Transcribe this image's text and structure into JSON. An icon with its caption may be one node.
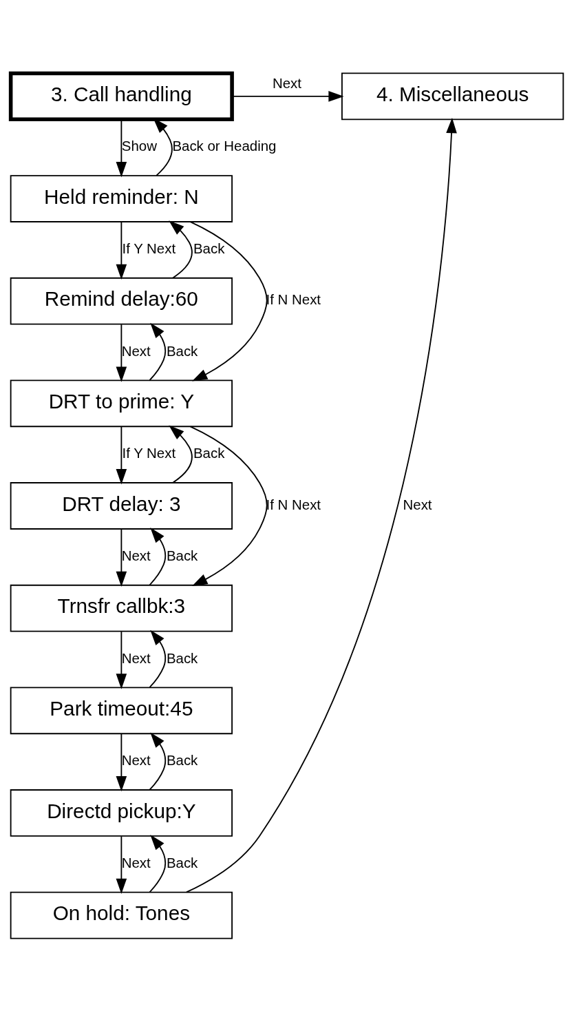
{
  "diagram": {
    "nodes": [
      {
        "text": [
          "3. Call handling"
        ]
      },
      {
        "text": [
          "4. Miscellaneous"
        ]
      },
      {
        "text": [
          "Held reminder: N"
        ]
      },
      {
        "text": [
          "Remind delay:60"
        ]
      },
      {
        "text": [
          "DRT to prime: Y"
        ]
      },
      {
        "text": [
          "DRT delay: 3"
        ]
      },
      {
        "text": [
          "Trnsfr callbk:3"
        ]
      },
      {
        "text": [
          "Park timeout:45"
        ]
      },
      {
        "text": [
          "Directd pickup:Y"
        ]
      },
      {
        "text": [
          "On hold: Tones"
        ]
      }
    ],
    "edges": [
      {
        "from": 0,
        "to": 1,
        "arrow": "to",
        "label": "Next"
      },
      {
        "from": 0,
        "to": 2,
        "arrow": "to",
        "label": "Show"
      },
      {
        "from": 2,
        "to": 0,
        "arrow": "to",
        "label": "Back or Heading"
      },
      {
        "from": 2,
        "to": 3,
        "arrow": "to",
        "label": "If Y Next"
      },
      {
        "from": 2,
        "to": 4,
        "arrow": "to",
        "label": "If N Next"
      },
      {
        "from": 3,
        "to": 2,
        "arrow": "to",
        "label": "Back"
      },
      {
        "from": 3,
        "to": 4,
        "arrow": "to",
        "label": "Next"
      },
      {
        "from": 4,
        "to": 3,
        "arrow": "to",
        "label": "Back"
      },
      {
        "from": 4,
        "to": 5,
        "arrow": "to",
        "label": "If Y Next"
      },
      {
        "from": 4,
        "to": 6,
        "arrow": "to",
        "label": "If N Next"
      },
      {
        "from": 5,
        "to": 4,
        "arrow": "to",
        "label": "Back"
      },
      {
        "from": 5,
        "to": 6,
        "arrow": "to",
        "label": "Next"
      },
      {
        "from": 6,
        "to": 5,
        "arrow": "to",
        "label": "Back"
      },
      {
        "from": 6,
        "to": 7,
        "arrow": "to",
        "label": "Next"
      },
      {
        "from": 7,
        "to": 6,
        "arrow": "to",
        "label": "Back"
      },
      {
        "from": 7,
        "to": 8,
        "arrow": "to",
        "label": "Next"
      },
      {
        "from": 8,
        "to": 7,
        "arrow": "to",
        "label": "Back"
      },
      {
        "from": 8,
        "to": 9,
        "arrow": "to",
        "label": "Next"
      },
      {
        "from": 9,
        "to": 8,
        "arrow": "to",
        "label": "Back"
      },
      {
        "from": 9,
        "to": 1,
        "arrow": "to",
        "label": "Next"
      }
    ]
  }
}
